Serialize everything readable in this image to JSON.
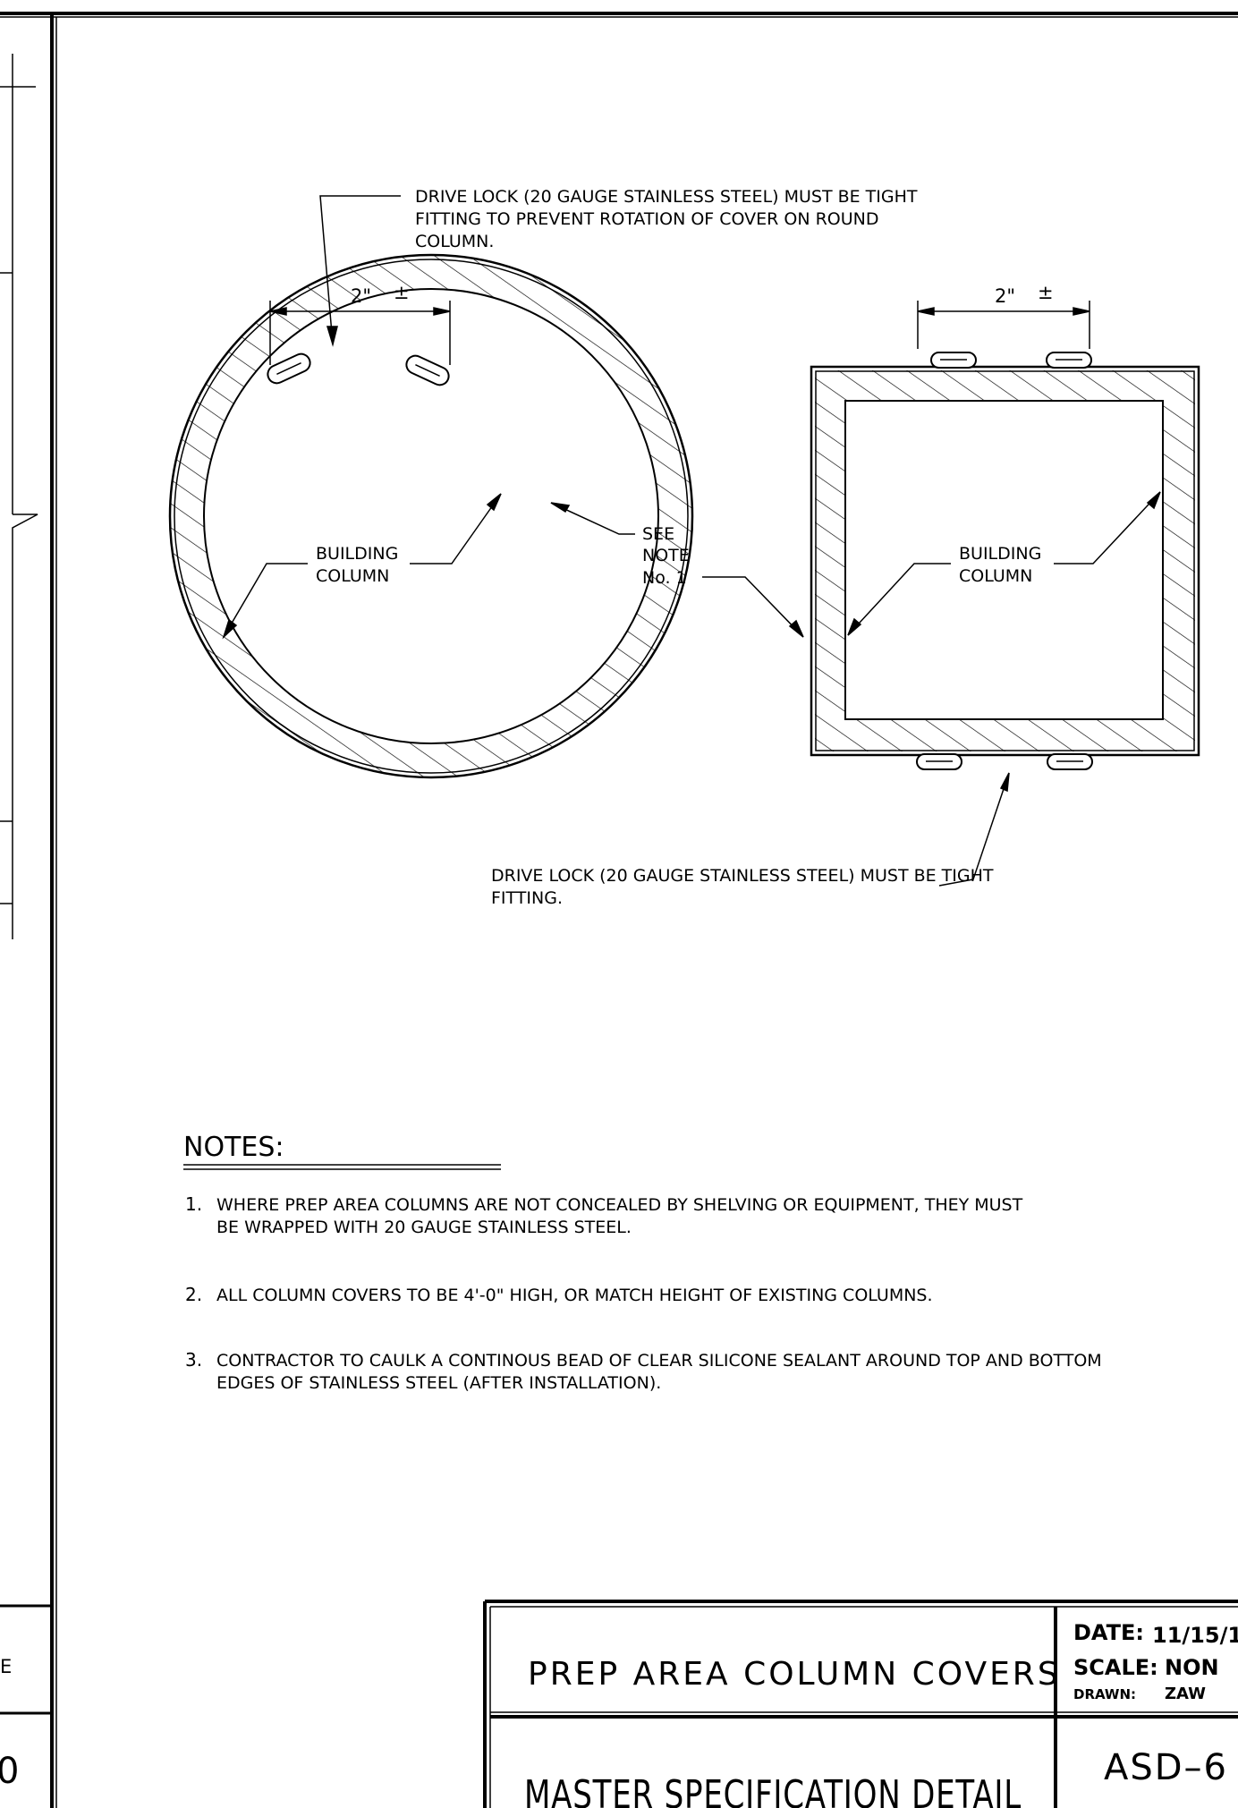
{
  "callouts": {
    "top_drive_lock": [
      "DRIVE LOCK (20 GAUGE STAINLESS STEEL) MUST BE TIGHT",
      "FITTING TO PREVENT ROTATION OF COVER ON ROUND",
      "COLUMN."
    ],
    "dim_round": "2\"",
    "dim_square": "2\"",
    "dim_tolerance": "±",
    "building_column_round": [
      "BUILDING",
      "COLUMN"
    ],
    "building_column_square": [
      "BUILDING",
      "COLUMN"
    ],
    "see_note": [
      "SEE",
      "NOTE",
      "No. 1"
    ],
    "bottom_drive_lock": [
      "DRIVE LOCK (20 GAUGE STAINLESS STEEL) MUST BE TIGHT",
      "FITTING."
    ]
  },
  "notes": {
    "heading": "NOTES:",
    "items": [
      {
        "num": "1.",
        "lines": [
          "WHERE PREP AREA COLUMNS ARE NOT CONCEALED BY SHELVING OR EQUIPMENT, THEY MUST",
          "BE WRAPPED WITH 20 GAUGE STAINLESS STEEL."
        ]
      },
      {
        "num": "2.",
        "lines": [
          "ALL COLUMN COVERS TO BE 4'-0\" HIGH, OR MATCH HEIGHT OF EXISTING COLUMNS."
        ]
      },
      {
        "num": "3.",
        "lines": [
          "CONTRACTOR TO CAULK A CONTINOUS BEAD OF CLEAR SILICONE SEALANT AROUND TOP AND BOTTOM",
          "EDGES OF STAINLESS STEEL (AFTER INSTALLATION)."
        ]
      }
    ]
  },
  "title_block": {
    "title": "PREP AREA COLUMN COVERS",
    "subtitle": "MASTER SPECIFICATION DETAIL",
    "date_label": "DATE:",
    "date_value": "11/15/1",
    "scale_label": "SCALE:",
    "scale_value": "NON",
    "drawn_label": "DRAWN:",
    "drawn_value": "ZAW",
    "sheet_number": "ASD–6"
  },
  "left_fragments": {
    "upper": "E",
    "lower": "0"
  }
}
